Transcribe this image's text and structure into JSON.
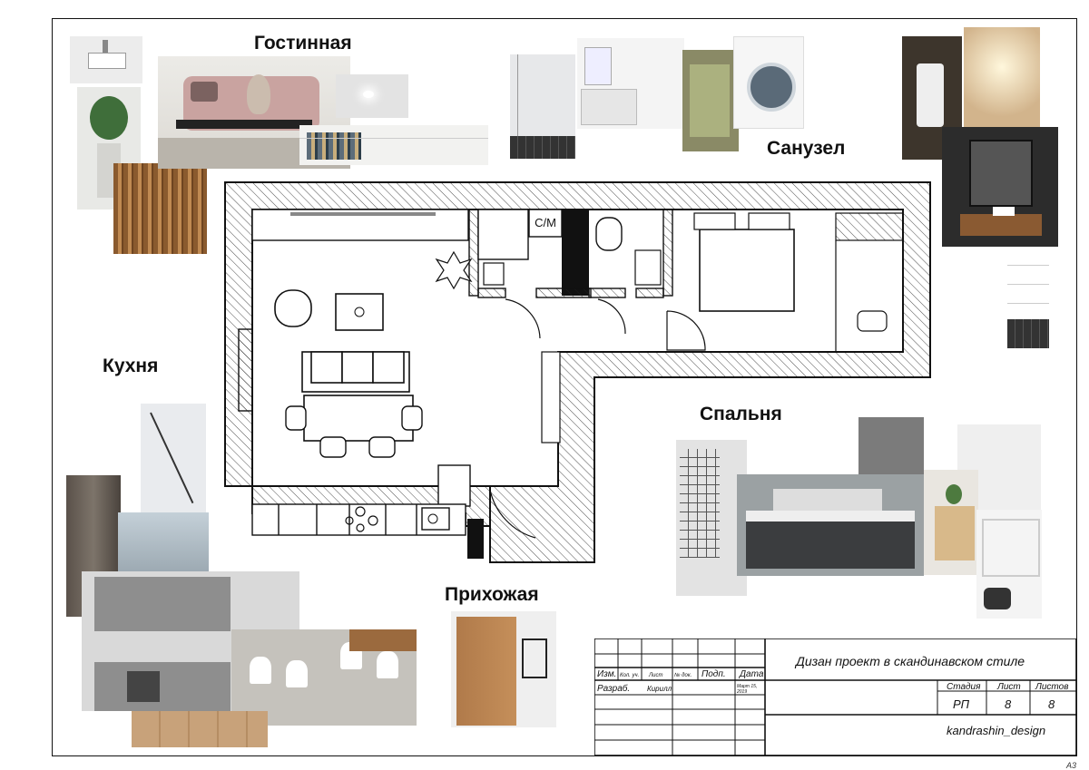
{
  "rooms": {
    "living": "Гостинная",
    "bathroom": "Санузел",
    "kitchen": "Кухня",
    "bedroom": "Спальня",
    "hall": "Прихожая"
  },
  "plan_labels": {
    "washer": "С/М"
  },
  "stamp": {
    "headers": {
      "izm": "Изм.",
      "kol": "Кол. уч.",
      "list": "Лист",
      "num": "№ док.",
      "podp": "Подп.",
      "data": "Дата"
    },
    "razrab_label": "Разраб.",
    "razrab_name": "Кирилл",
    "date_line1": "Март 15,",
    "date_line2": "2019",
    "title": "Дизан проект в скандинавском стиле",
    "stage_label": "Стадия",
    "sheet_label": "Лист",
    "sheets_label": "Листов",
    "stage": "РП",
    "sheet": "8",
    "sheets": "8",
    "author": "kandrashin_design"
  },
  "sheet_format": "А3",
  "colors": {
    "ink": "#111111",
    "wood": "#b07a4a",
    "gray_cabinet": "#8e8e8e",
    "sofa_pink": "#c9a3a0"
  }
}
